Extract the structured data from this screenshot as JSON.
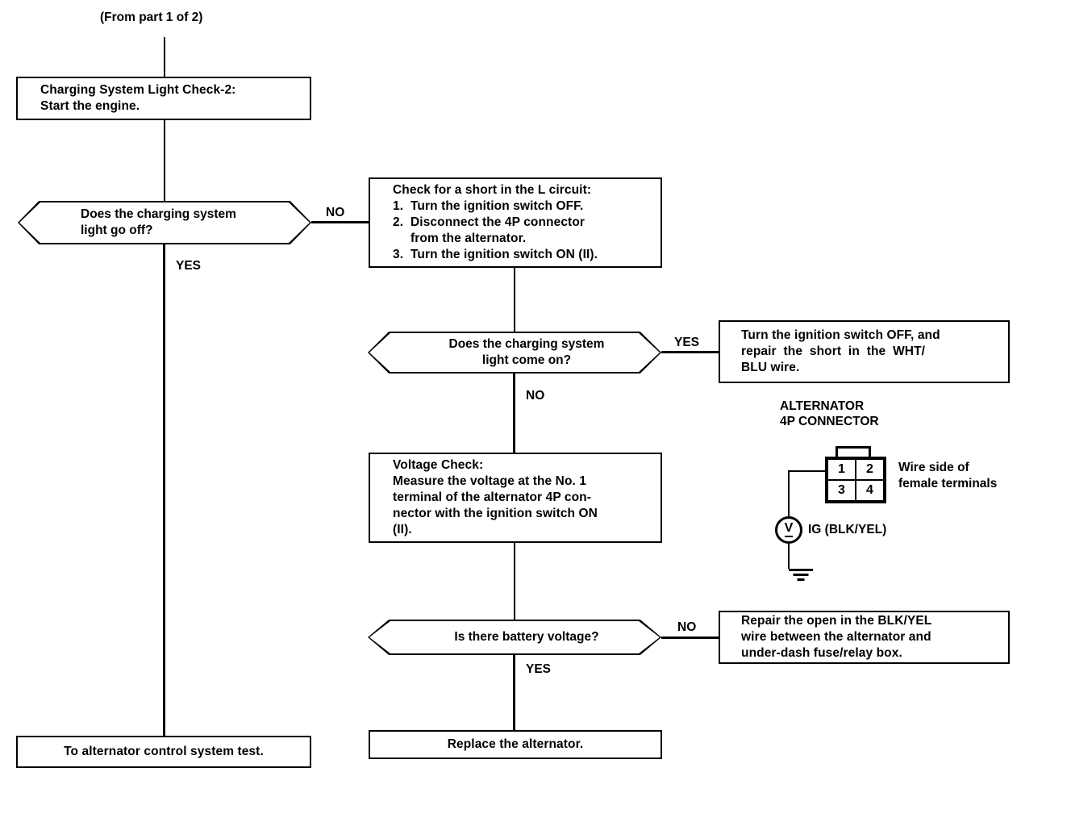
{
  "diagram": {
    "from_note": "(From part 1 of 2)",
    "nodes": {
      "charging_check2": {
        "title": "Charging System Light Check-2:",
        "line2": "Start the engine."
      },
      "q_light_go_off": "Does the charging system\nlight go off?",
      "short_l_circuit": {
        "title": "Check for a short in the L circuit:",
        "steps": [
          {
            "num": "1.",
            "text": "Turn the ignition switch OFF."
          },
          {
            "num": "2.",
            "text": "Disconnect the 4P connector\nfrom the alternator."
          },
          {
            "num": "3.",
            "text": "Turn the ignition switch ON (II)."
          }
        ]
      },
      "q_light_come_on": "Does the charging system\nlight come on?",
      "repair_wht_blu": "Turn the ignition switch OFF, and\nrepair  the  short  in  the  WHT/\nBLU wire.",
      "voltage_check": {
        "title": "Voltage Check:",
        "body": "Measure the voltage at the No. 1\nterminal of the alternator 4P con-\nnector with the ignition switch ON\n(II)."
      },
      "q_battery_voltage": "Is there battery voltage?",
      "repair_blk_yel": "Repair the open in the BLK/YEL\nwire between the alternator and\nunder-dash fuse/relay box.",
      "to_alternator_test": "To alternator control system test.",
      "replace_alternator": "Replace the alternator."
    },
    "branch_labels": {
      "no_1": "NO",
      "yes_1": "YES",
      "yes_2": "YES",
      "no_2": "NO",
      "no_3": "NO",
      "yes_3": "YES"
    },
    "connector": {
      "title_line1": "ALTERNATOR",
      "title_line2": "4P CONNECTOR",
      "terminals": [
        "1",
        "2",
        "3",
        "4"
      ],
      "side_note_line1": "Wire side of",
      "side_note_line2": "female terminals",
      "meter_glyph": "V",
      "meter_label": "IG (BLK/YEL)"
    }
  },
  "colors": {
    "ink": "#000000",
    "paper": "#ffffff"
  }
}
